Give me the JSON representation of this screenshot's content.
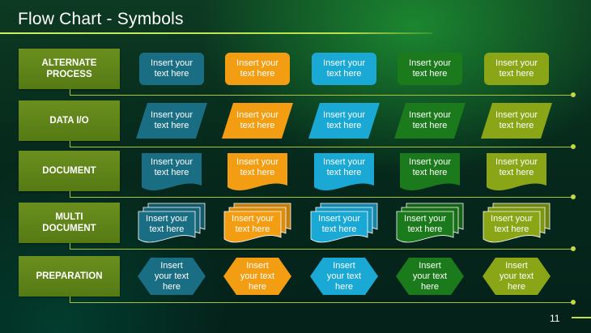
{
  "slide": {
    "title": "Flow Chart - Symbols",
    "page_number": "11"
  },
  "colors": [
    "#1a6e83",
    "#f39d12",
    "#1aa8d4",
    "#1b7a1b",
    "#8aa515"
  ],
  "rows": [
    {
      "label": "ALTERNATE\nPROCESS",
      "shape": "alternate-process",
      "texts": [
        "Insert your\ntext here",
        "Insert your\ntext here",
        "Insert your\ntext here",
        "Insert your\ntext here",
        "Insert your\ntext here"
      ]
    },
    {
      "label": "DATA I/O",
      "shape": "data-io",
      "texts": [
        "Insert your\ntext here",
        "Insert your\ntext here",
        "Insert your\ntext here",
        "Insert your\ntext here",
        "Insert your\ntext here"
      ]
    },
    {
      "label": "DOCUMENT",
      "shape": "document",
      "texts": [
        "Insert your\ntext here",
        "Insert your\ntext here",
        "Insert your\ntext here",
        "Insert your\ntext here",
        "Insert your\ntext here"
      ]
    },
    {
      "label": "MULTI\nDOCUMENT",
      "shape": "multi-document",
      "texts": [
        "Insert your\ntext here",
        "Insert your\ntext here",
        "Insert your\ntext here",
        "Insert your\ntext here",
        "Insert your\ntext here"
      ]
    },
    {
      "label": "PREPARATION",
      "shape": "preparation",
      "texts": [
        "Insert\nyour text\nhere",
        "Insert\nyour text\nhere",
        "Insert\nyour text\nhere",
        "Insert\nyour text\nhere",
        "Insert\nyour text\nhere"
      ]
    }
  ]
}
